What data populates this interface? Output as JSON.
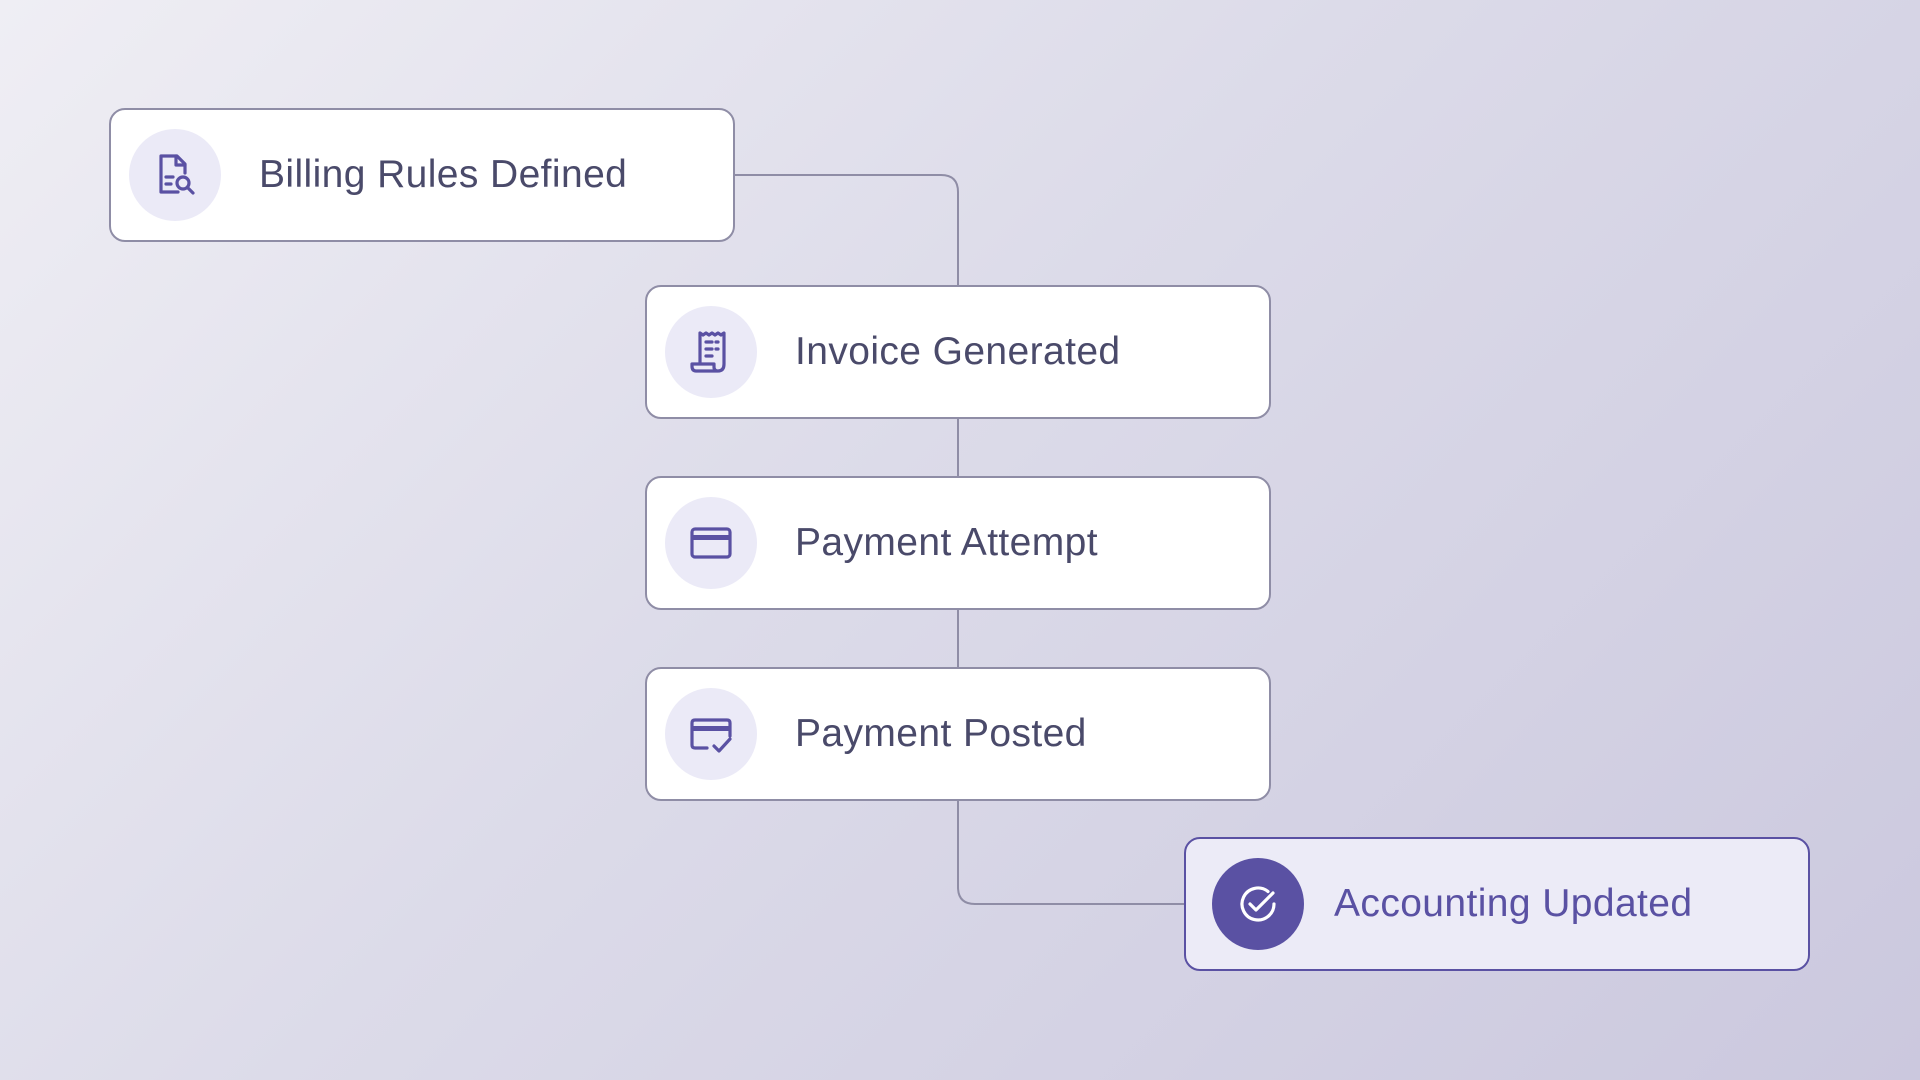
{
  "flow": {
    "steps": [
      {
        "label": "Billing Rules Defined",
        "icon": "document-search-icon",
        "state": "default"
      },
      {
        "label": "Invoice Generated",
        "icon": "receipt-icon",
        "state": "default"
      },
      {
        "label": "Payment Attempt",
        "icon": "credit-card-icon",
        "state": "default"
      },
      {
        "label": "Payment Posted",
        "icon": "card-check-icon",
        "state": "default"
      },
      {
        "label": "Accounting Updated",
        "icon": "check-circle-icon",
        "state": "completed"
      }
    ]
  },
  "colors": {
    "accent": "#5a51a3",
    "node_border": "#8f8da6",
    "connector": "#8f8da6",
    "icon_bg": "#ebeaf7",
    "label_text": "#4a4a6a",
    "final_node_bg": "#ecebf7"
  }
}
